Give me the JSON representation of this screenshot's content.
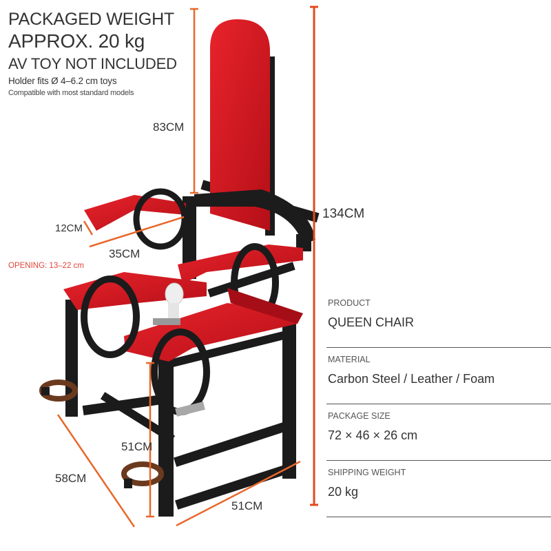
{
  "header": {
    "line1": "PACKAGED WEIGHT",
    "line2": "APPROX. 20 kg",
    "line3": "AV TOY NOT INCLUDED",
    "line4": "Holder fits Ø 4–6.2 cm toys",
    "line5": "Compatible with most standard models"
  },
  "dimensions": {
    "backrest_height": "83CM",
    "total_height": "134CM",
    "armrest_width": "12CM",
    "armrest_length": "35CM",
    "opening": "OPENING: 13–22 cm",
    "seat_height": "51CM",
    "base_depth": "58CM",
    "base_width": "51CM"
  },
  "specs": [
    {
      "label": "PRODUCT",
      "value": "QUEEN CHAIR"
    },
    {
      "label": "MATERIAL",
      "value": "Carbon Steel / Leather / Foam"
    },
    {
      "label": "PACKAGE SIZE",
      "value": "72 × 46 × 26 cm"
    },
    {
      "label": "SHIPPING WEIGHT",
      "value": "20 kg"
    }
  ],
  "colors": {
    "accent_dimension": "#e8672a",
    "total_height_line": "#e04a1c",
    "upholstery": "#d2151e",
    "frame": "#1a1a1a"
  }
}
